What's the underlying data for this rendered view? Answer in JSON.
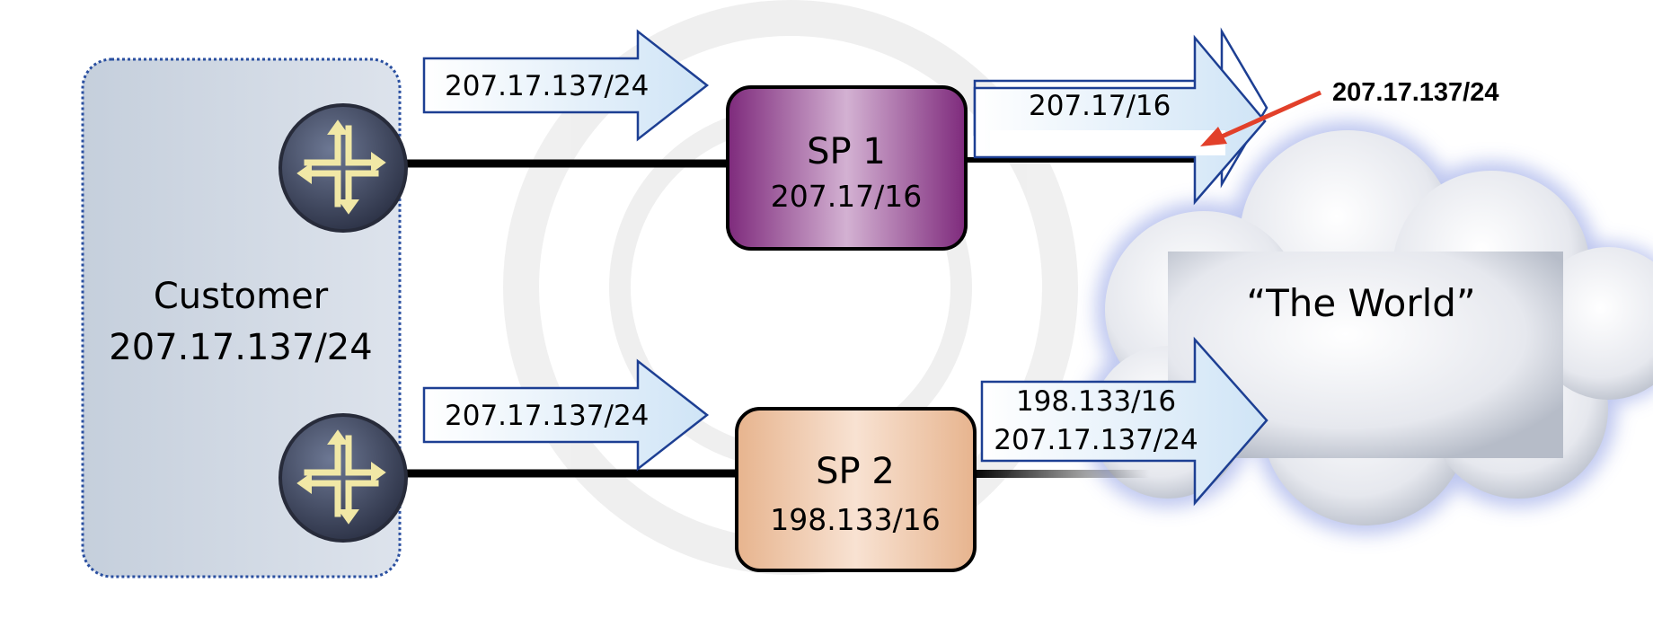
{
  "customer": {
    "title": "Customer",
    "prefix": "207.17.137/24"
  },
  "sp1": {
    "title": "SP 1",
    "prefix": "207.17/16"
  },
  "sp2": {
    "title": "SP 2",
    "prefix": "198.133/16"
  },
  "world": {
    "label": "“The World”"
  },
  "advertisements": {
    "customer_to_sp1": "207.17.137/24",
    "customer_to_sp2": "207.17.137/24",
    "sp1_to_world": "207.17/16",
    "sp2_to_world_line1": "198.133/16",
    "sp2_to_world_line2": "207.17.137/24"
  },
  "annotation": {
    "text": "207.17.137/24",
    "arrow_color": "#e2402a"
  },
  "colors": {
    "customer_fill": "#cfd8e4",
    "customer_border": "#2a4fa0",
    "sp1_fill": "#a3559f",
    "sp2_fill": "#eec8a8",
    "arrow_fill": "#dfeefa",
    "arrow_stroke": "#1d3f93",
    "router_fill": "#47506a"
  }
}
